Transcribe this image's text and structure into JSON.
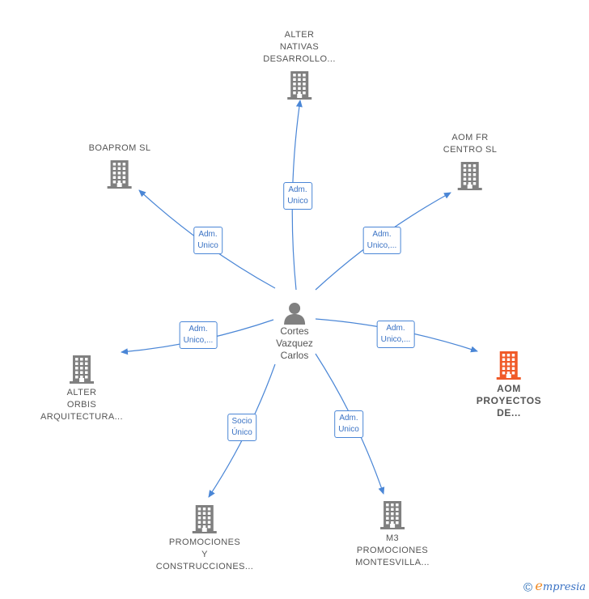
{
  "colors": {
    "edge": "#4a86d6",
    "building": "#808080",
    "building_highlight": "#f05a28",
    "person": "#808080"
  },
  "center": {
    "name_lines": [
      "Cortes",
      "Vazquez",
      "Carlos"
    ],
    "icon": "person-icon"
  },
  "nodes": [
    {
      "id": "alter-nativas",
      "lines": [
        "ALTER",
        "NATIVAS",
        "DESARROLLO..."
      ],
      "highlight": false,
      "edge_lines": [
        "Adm.",
        "Unico"
      ]
    },
    {
      "id": "boaprom",
      "lines": [
        "BOAPROM  SL"
      ],
      "highlight": false,
      "edge_lines": [
        "Adm.",
        "Unico"
      ]
    },
    {
      "id": "aom-fr",
      "lines": [
        "AOM FR",
        "CENTRO SL"
      ],
      "highlight": false,
      "edge_lines": [
        "Adm.",
        "Unico,..."
      ]
    },
    {
      "id": "alter-orbis",
      "lines": [
        "ALTER",
        "ORBIS",
        "ARQUITECTURA..."
      ],
      "highlight": false,
      "edge_lines": [
        "Adm.",
        "Unico,..."
      ]
    },
    {
      "id": "aom-proyectos",
      "lines": [
        "AOM",
        "PROYECTOS",
        "DE..."
      ],
      "highlight": true,
      "edge_lines": [
        "Adm.",
        "Unico,..."
      ]
    },
    {
      "id": "promociones",
      "lines": [
        "PROMOCIONES",
        "Y",
        "CONSTRUCCIONES..."
      ],
      "highlight": false,
      "edge_lines": [
        "Socio",
        "Único"
      ]
    },
    {
      "id": "m3",
      "lines": [
        "M3",
        "PROMOCIONES",
        "MONTESVILLA..."
      ],
      "highlight": false,
      "edge_lines": [
        "Adm.",
        "Unico"
      ]
    }
  ],
  "footer": {
    "copyright_symbol": "©",
    "brand_first": "e",
    "brand_rest": "mpresia"
  }
}
